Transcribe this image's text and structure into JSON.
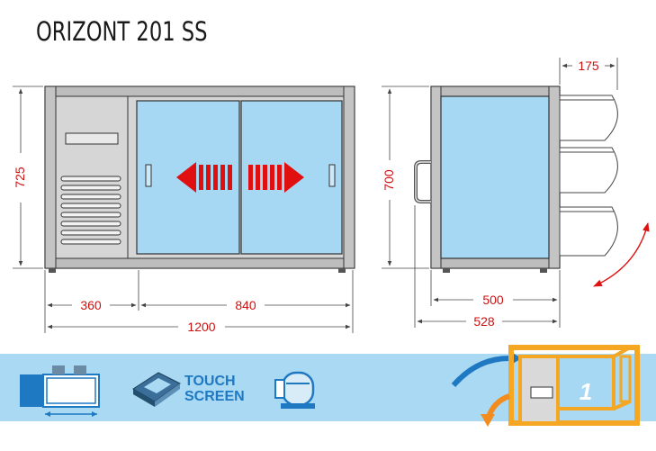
{
  "title": "ORIZONT 201 SS",
  "dimensions": {
    "height_front": "725",
    "depth_door": "175",
    "height_side": "700",
    "width_left": "360",
    "width_right": "840",
    "width_total": "1200",
    "depth_inner": "500",
    "depth_total": "528"
  },
  "footer": {
    "touch_line1": "TOUCH",
    "touch_line2": "SCREEN",
    "badge_number": "1"
  },
  "icons": [
    "cabinet-dimension-icon",
    "touch-screen-controller-icon",
    "compressor-icon",
    "door-opening-arrows-icon"
  ],
  "colors": {
    "glass": "#a6d8f4",
    "frame": "#cfcfcf",
    "dimension_red": "#cc1111",
    "footer_band": "#a9d9f3",
    "accent_orange": "#f5a623",
    "accent_blue": "#1f78c2"
  }
}
